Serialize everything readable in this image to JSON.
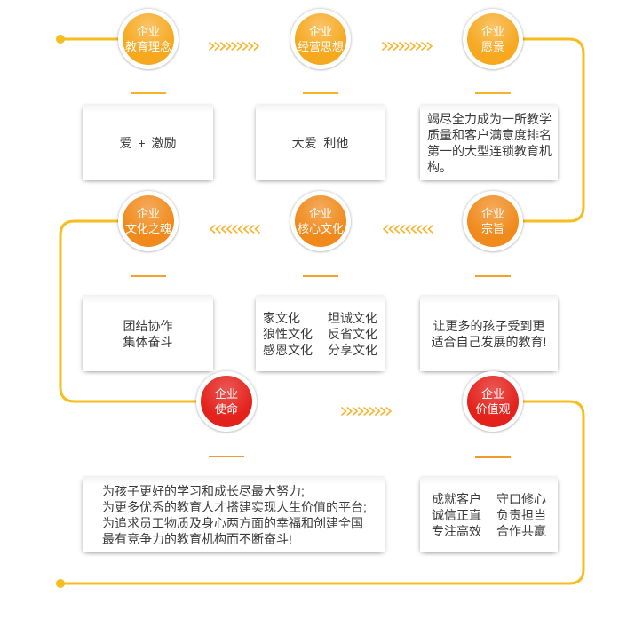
{
  "theme": {
    "line_color": "#f5bd1e",
    "arrow_color": "#f7b531",
    "row_colors": [
      "#f6a81f",
      "#f08a1c",
      "#e4221c"
    ],
    "dash_colors": [
      "#f5b22b",
      "#f3a12a",
      "#f19b2d"
    ],
    "text_color": "#3b3b3b"
  },
  "stages": [
    {
      "label_top": "企业",
      "label_bottom": "教育理念",
      "lines": [
        "爱 + 激励"
      ]
    },
    {
      "label_top": "企业",
      "label_bottom": "经营思想",
      "lines": [
        "大爱  利他"
      ]
    },
    {
      "label_top": "企业",
      "label_bottom": "愿景",
      "lines": [
        "竭尽全力成为一所教学",
        "质量和客户满意度排名",
        "第一的大型连锁教育机",
        "构。"
      ]
    },
    {
      "label_top": "企业",
      "label_bottom": "文化之魂",
      "lines": [
        "团结协作",
        "集体奋斗"
      ]
    },
    {
      "label_top": "企业",
      "label_bottom": "核心文化",
      "grid": [
        [
          "家文化",
          "坦诚文化"
        ],
        [
          "狼性文化",
          "反省文化"
        ],
        [
          "感恩文化",
          "分享文化"
        ]
      ]
    },
    {
      "label_top": "企业",
      "label_bottom": "宗旨",
      "lines": [
        "让更多的孩子受到更",
        "适合自己发展的教育!"
      ]
    },
    {
      "label_top": "企业",
      "label_bottom": "使命",
      "lines": [
        "为孩子更好的学习和成长尽最大努力;",
        "为更多优秀的教育人才搭建实现人生价值的平台;",
        "为追求员工物质及身心两方面的幸福和创建全国",
        "最有竞争力的教育机构而不断奋斗!"
      ]
    },
    {
      "label_top": "企业",
      "label_bottom": "价值观",
      "grid": [
        [
          "成就客户",
          "守口修心"
        ],
        [
          "诚信正直",
          "负责担当"
        ],
        [
          "专注高效",
          "合作共赢"
        ]
      ]
    }
  ]
}
